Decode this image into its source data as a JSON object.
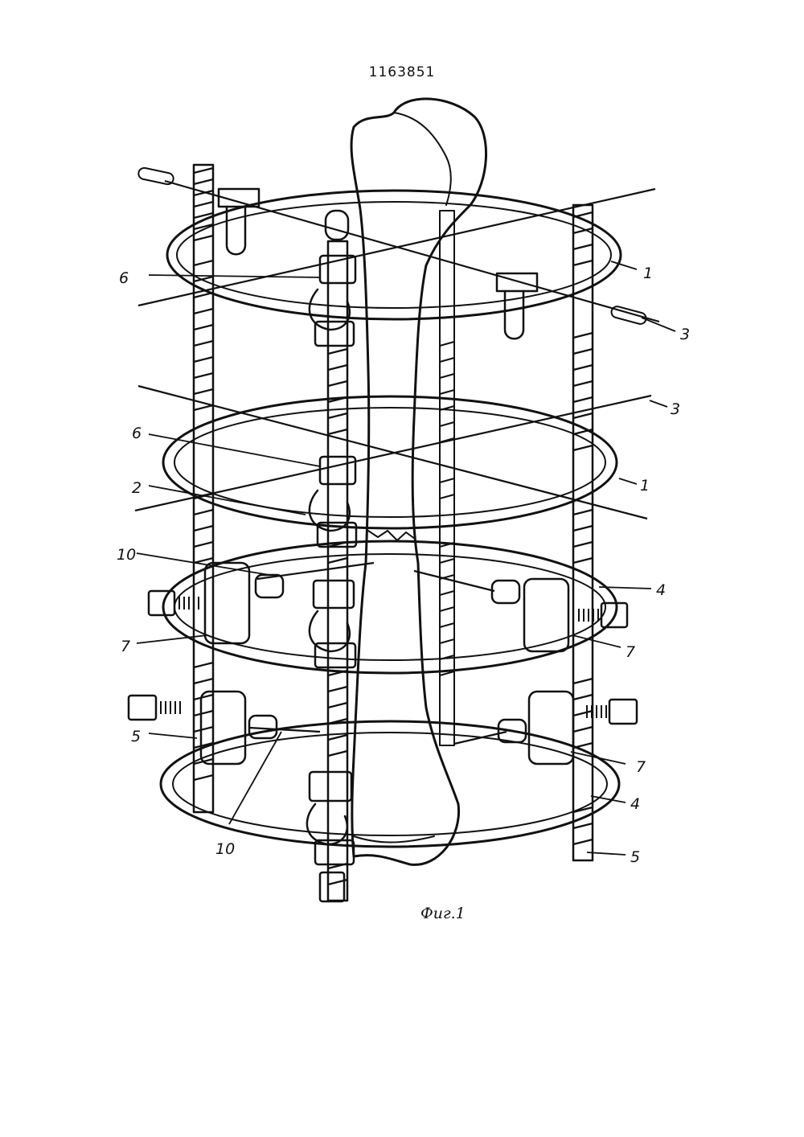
{
  "document": {
    "patent_number": "1163851",
    "figure_caption": "Фиг.1"
  },
  "labels": {
    "l1_upper": "1",
    "l3_upper": "3",
    "l6_upper": "6",
    "l3_middle": "3",
    "l6_middle": "6",
    "l2": "2",
    "l1_middle": "1",
    "l10_left": "10",
    "l4_upper": "4",
    "l7_left": "7",
    "l7_right_upper": "7",
    "l5_left": "5",
    "l7_right_lower": "7",
    "l4_lower": "4",
    "l10_bottom": "10",
    "l5_right": "5"
  }
}
